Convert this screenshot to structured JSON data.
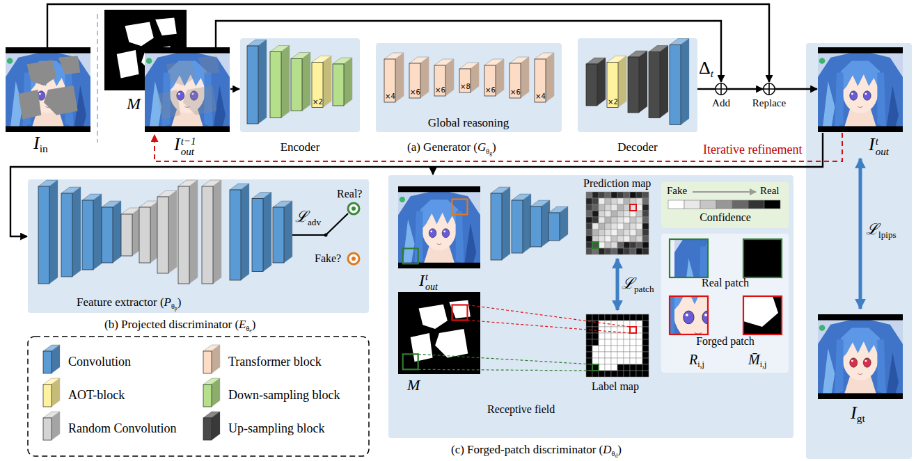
{
  "diagram": {
    "nodes": [
      {
        "text": [
          "Encoder"
        ]
      },
      {
        "text": [
          "Global reasoning"
        ]
      },
      {
        "text": [
          "Decoder"
        ]
      },
      {
        "text": [
          "Add"
        ]
      },
      {
        "text": [
          "Replace"
        ]
      },
      {
        "text": [
          "Feature extractor (",
          "(b) Projected discriminator ("
        ]
      },
      {
        "text": [
          "(c) Forged-patch discriminator ("
        ]
      },
      {
        "text": [
          "Fake",
          "Real",
          "Confidence"
        ],
        "in": 6
      },
      {
        "text": [
          "Real patch",
          "Forged patch"
        ],
        "in": 6
      }
    ],
    "edges": [
      {
        "from": 2,
        "to": 3,
        "arrow": "none"
      },
      {
        "from": 3,
        "to": 4,
        "arrow": "to"
      }
    ],
    "labels": [
      "I",
      "in",
      "M",
      "I",
      "out",
      "t−1",
      "Δ",
      "t",
      "I",
      "out",
      "t",
      "Iterative refinement",
      "(a) Generator (",
      "G",
      "θ",
      "g",
      ")",
      "×2",
      "×4",
      "×6",
      "×6",
      "×8",
      "×6",
      "×6",
      "×4",
      "×2",
      "P",
      "θ",
      "p",
      ")",
      "E",
      "θ",
      "e",
      ")",
      "ℒ",
      "adv",
      "Real?",
      "Fake?",
      "I",
      "out",
      "t",
      "M",
      "Receptive field",
      "Prediction map",
      "Label map",
      "ℒ",
      "patch",
      "R",
      "i,j",
      "M̄",
      "i,j",
      "D",
      "θ",
      "d",
      ")",
      "ℒ",
      "lpips",
      "I",
      "gt"
    ],
    "legend": [
      {
        "text": "Convolution",
        "color": "#5b9bd5"
      },
      {
        "text": "AOT-block",
        "color": "#fff29e"
      },
      {
        "text": "Random Convolution",
        "color": "#d4d4d4"
      },
      {
        "text": "Transformer block",
        "color": "#fcdcc4"
      },
      {
        "text": "Down-sampling block",
        "color": "#b5df8a"
      },
      {
        "text": "Up-sampling block",
        "color": "#4a4a4a"
      }
    ]
  }
}
